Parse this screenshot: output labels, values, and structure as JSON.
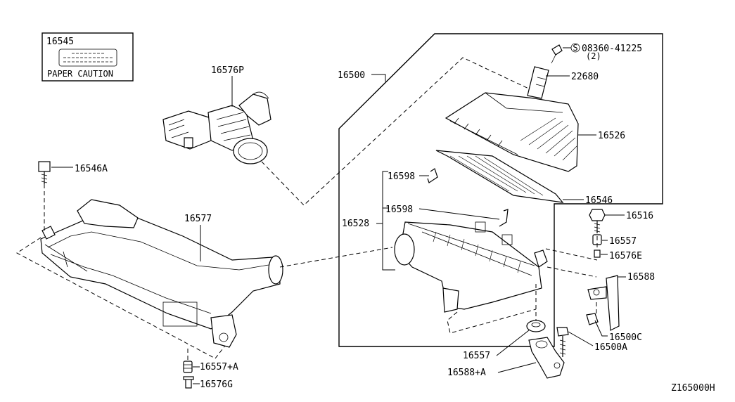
{
  "diagram_code": "Z165000H",
  "caution_label": {
    "part_number": "16545",
    "text": "PAPER CAUTION"
  },
  "callouts": {
    "p16576P": "16576P",
    "p16546A": "16546A",
    "p16577": "16577",
    "p16557A": "16557+A",
    "p16576G": "16576G",
    "p16500": "16500",
    "p08360": "08360-41225",
    "p08360_qty": "(2)",
    "p22680": "22680",
    "p16526": "16526",
    "p16598a": "16598",
    "p16598b": "16598",
    "p16528": "16528",
    "p16546": "16546",
    "p16516": "16516",
    "p16557a": "16557",
    "p16576E": "16576E",
    "p16588": "16588",
    "p16500C": "16500C",
    "p16500A": "16500A",
    "p16557b": "16557",
    "p16588A": "16588+A"
  },
  "icons": {
    "screw_marker": "S"
  }
}
